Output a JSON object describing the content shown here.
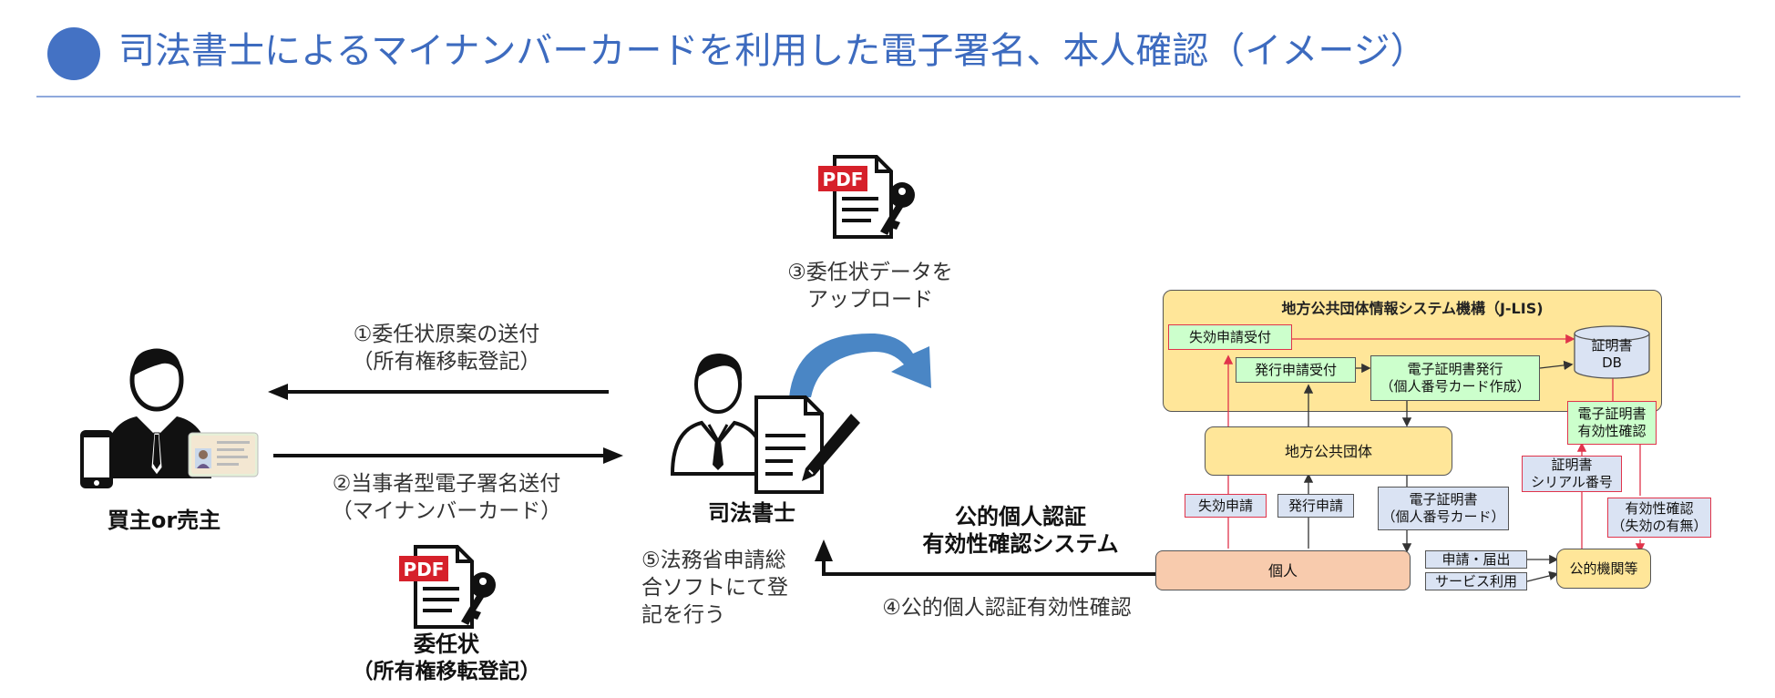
{
  "title": "司法書士によるマイナンバーカードを利用した電子署名、本人確認（イメージ）",
  "labels": {
    "step1_line1": "①委任状原案の送付",
    "step1_line2": "（所有権移転登記）",
    "step2_line1": "②当事者型電子署名送付",
    "step2_line2": "（マイナンバーカード）",
    "step3_line1": "③委任状データを",
    "step3_line2": "アップロード",
    "step4": "④公的個人認証有効性確認",
    "step5_line1": "⑤法務省申請総",
    "step5_line2": "合ソフトにて登",
    "step5_line3": "記を行う",
    "buyer_seller": "買主or売主",
    "scrivener": "司法書士",
    "doc_line1": "委任状",
    "doc_line2": "（所有権移転登記）",
    "system_line1": "公的個人認証",
    "system_line2": "有効性確認システム",
    "pdf": "PDF"
  },
  "jlis": {
    "title": "地方公共団体情報システム機構（J-LIS)",
    "lost_receipt": "失効申請受付",
    "issue_receipt": "発行申請受付",
    "cert_issue_line1": "電子証明書発行",
    "cert_issue_line2": "（個人番号カード作成）",
    "db_line1": "証明書",
    "db_line2": "DB",
    "cert_validity_line1": "電子証明書",
    "cert_validity_line2": "有効性確認",
    "local_gov": "地方公共団体",
    "lost_apply": "失効申請",
    "issue_apply": "発行申請",
    "cert_card_line1": "電子証明書",
    "cert_card_line2": "（個人番号カード）",
    "serial_line1": "証明書",
    "serial_line2": "シリアル番号",
    "validity_check_line1": "有効性確認",
    "validity_check_line2": "（失効の有無）",
    "individual": "個人",
    "apply_notify": "申請・届出",
    "service_use": "サービス利用",
    "public_agency": "公的機関等"
  },
  "colors": {
    "accent": "#4472c4",
    "arrow_blue": "#4a86c5",
    "pdf_red": "#d6202a",
    "yellow": "#ffe699",
    "orange": "#f8cbad",
    "green": "#ccffcc",
    "red": "#e0344b",
    "light_blue": "#dae3f3"
  },
  "icons": [
    "person-with-card-icon",
    "smartphone-icon",
    "my-number-card-icon",
    "scrivener-icon",
    "signed-document-icon",
    "pdf-key-icon",
    "curved-arrow-icon",
    "database-icon"
  ]
}
